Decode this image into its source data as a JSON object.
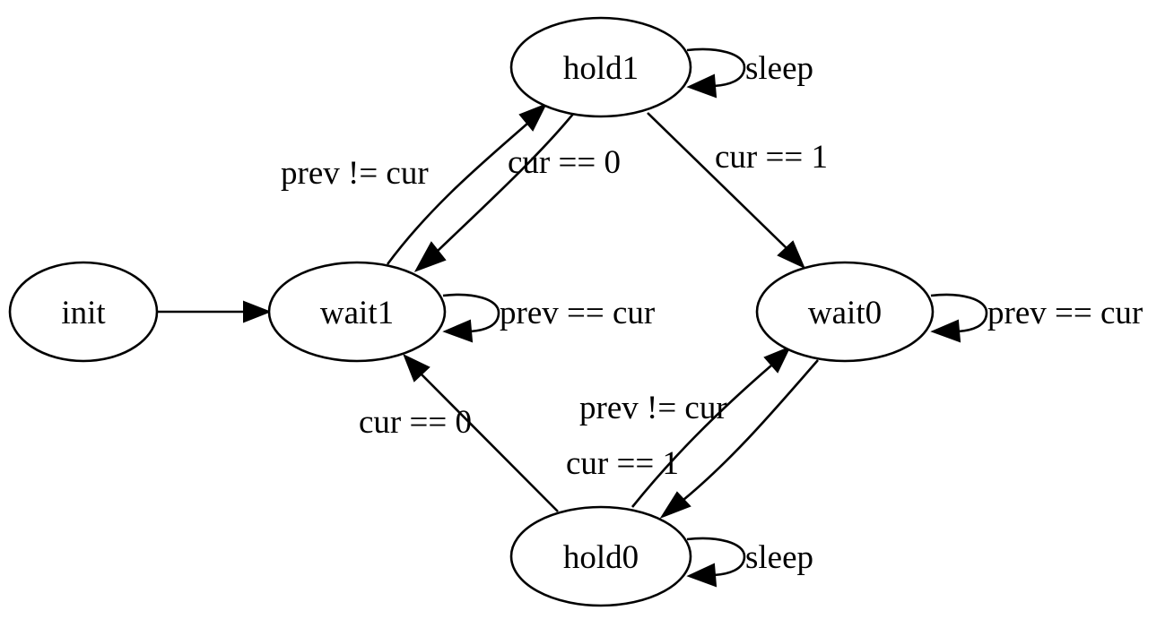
{
  "diagram": {
    "type": "state-machine",
    "nodes": [
      {
        "id": "init",
        "label": "init"
      },
      {
        "id": "wait1",
        "label": "wait1"
      },
      {
        "id": "hold1",
        "label": "hold1"
      },
      {
        "id": "wait0",
        "label": "wait0"
      },
      {
        "id": "hold0",
        "label": "hold0"
      }
    ],
    "edges": [
      {
        "from": "init",
        "to": "wait1",
        "label": ""
      },
      {
        "from": "wait1",
        "to": "hold1",
        "label": "prev != cur"
      },
      {
        "from": "hold1",
        "to": "wait1",
        "label": "cur == 0"
      },
      {
        "from": "hold1",
        "to": "hold1",
        "label": "sleep"
      },
      {
        "from": "hold1",
        "to": "wait0",
        "label": "cur == 1"
      },
      {
        "from": "wait1",
        "to": "wait1",
        "label": "prev == cur"
      },
      {
        "from": "wait0",
        "to": "wait0",
        "label": "prev == cur"
      },
      {
        "from": "hold0",
        "to": "wait1",
        "label": "cur == 0"
      },
      {
        "from": "wait0",
        "to": "hold0",
        "label": "prev != cur"
      },
      {
        "from": "hold0",
        "to": "wait0",
        "label": "cur == 1"
      },
      {
        "from": "hold0",
        "to": "hold0",
        "label": "sleep"
      }
    ]
  }
}
